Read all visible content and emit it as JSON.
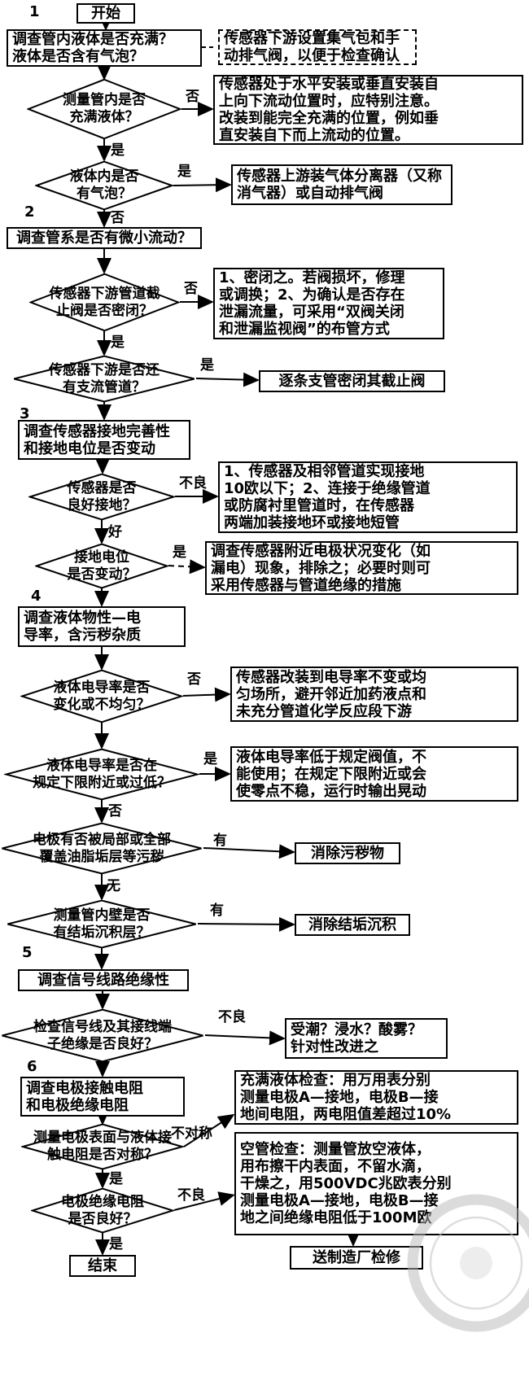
{
  "colors": {
    "line": "#000000",
    "background": "#ffffff",
    "watermark": "#b8b8b8"
  },
  "steps": [
    "1",
    "2",
    "3",
    "4",
    "5",
    "6"
  ],
  "labels": {
    "yes": "是",
    "no": "否",
    "bad": "不良",
    "good": "好",
    "has": "有",
    "none": "无",
    "asym": "不对称"
  },
  "nodes": {
    "start": "开始",
    "p1": "调查管内液体是否充满？\n液体是否含有气泡？",
    "note1": "传感器下游设置集气包和手\n动排气阀，以便于检查确认",
    "d1": "测量管内是否\n充满液体？",
    "r1": "传感器处于水平安装或垂直安装自\n上向下流动位置时，应特别注意。\n改装到能完全充满的位置，例如垂\n直安装自下而上流动的位置。",
    "d2": "液体内是否\n有气泡？",
    "r2": "传感器上游装气体分离器（又称\n消气器）或自动排气阀",
    "p2": "调查管系是否有微小流动？",
    "d3": "传感器下游管道截\n止阀是否密闭？",
    "r3": "1、密闭之。若阀损坏，修理\n或调换；2、为确认是否存在\n泄漏流量，可采用“双阀关闭\n和泄漏监视阀”的布管方式",
    "d4": "传感器下游是否还\n有支流管道？",
    "r4": "逐条支管密闭其截止阀",
    "p3": "调查传感器接地完善性\n和接地电位是否变动",
    "d5": "传感器是否\n良好接地？",
    "r5": "1、传感器及相邻管道实现接地\n10欧以下；2、连接于绝缘管道\n或防腐衬里管道时，在传感器\n两端加装接地环或接地短管",
    "d6": "接地电位\n是否变动？",
    "r6": "调查传感器附近电极状况变化（如\n漏电）现象，排除之；必要时则可\n采用传感器与管道绝缘的措施",
    "p4": "调查液体物性—电\n导率，含污秽杂质",
    "d7": "液体电导率是否\n变化或不均匀？",
    "r7": "传感器改装到电导率不变或均\n匀场所，避开邻近加药液点和\n未充分管道化学反应段下游",
    "d8": "液体电导率是否在\n规定下限附近或过低？",
    "r8": "液体电导率低于规定阀值，不\n能使用；在规定下限附近或会\n使零点不稳，运行时输出晃动",
    "d9": "电极有否被局部或全部\n覆盖油脂垢层等污秽",
    "r9": "消除污秽物",
    "d10": "测量管内壁是否\n有结垢沉积层？",
    "r10": "消除结垢沉积",
    "p5": "调查信号线路绝缘性",
    "d11": "检查信号线及其接线端\n子绝缘是否良好？",
    "r11": "受潮？浸水？酸雾？\n针对性改进之",
    "p6": "调查电极接触电阻\n和电极绝缘电阻",
    "rA": "充满液体检查：用万用表分别\n测量电极A—接地，电极B—接\n地间电阻，两电阻值差超过10%",
    "d12": "测量电极表面与液体接\n触电阻是否对称？",
    "rB": "空管检查：测量管放空液体，\n用布擦干内表面，不留水滴，\n干燥之，用500VDC兆欧表分别\n测量电极A—接地，电极B—接\n地之间绝缘电阻低于100M欧",
    "d13": "电极绝缘电阻\n是否良好？",
    "end": "结束",
    "rC": "送制造厂检修"
  }
}
